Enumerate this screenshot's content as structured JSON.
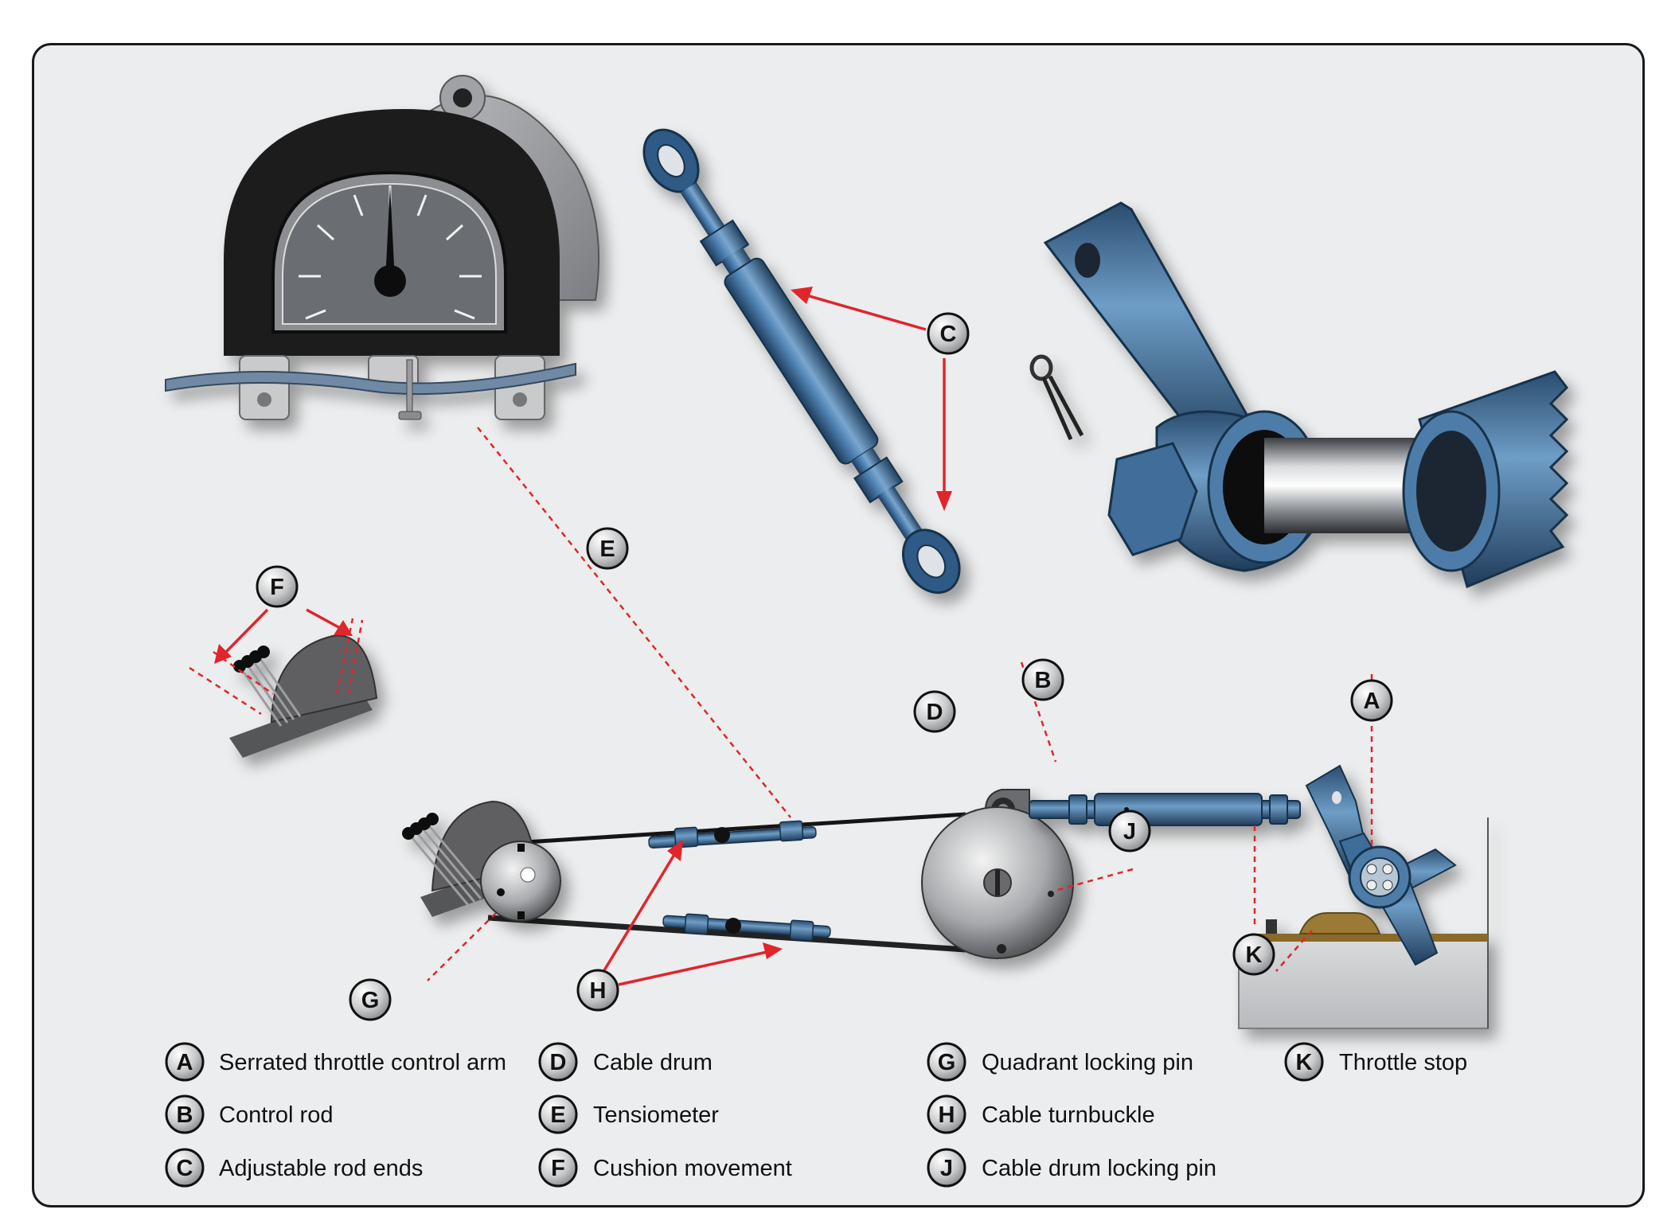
{
  "callouts": {
    "a": "A",
    "b": "B",
    "c": "C",
    "d": "D",
    "e": "E",
    "f": "F",
    "g": "G",
    "h": "H",
    "j": "J",
    "k": "K"
  },
  "legend": [
    {
      "letter": "A",
      "label": "Serrated throttle control arm"
    },
    {
      "letter": "B",
      "label": "Control rod"
    },
    {
      "letter": "C",
      "label": "Adjustable rod ends"
    },
    {
      "letter": "D",
      "label": "Cable drum"
    },
    {
      "letter": "E",
      "label": "Tensiometer"
    },
    {
      "letter": "F",
      "label": "Cushion movement"
    },
    {
      "letter": "G",
      "label": "Quadrant locking pin"
    },
    {
      "letter": "H",
      "label": "Cable turnbuckle"
    },
    {
      "letter": "J",
      "label": "Cable drum locking pin"
    },
    {
      "letter": "K",
      "label": "Throttle stop"
    }
  ],
  "colors": {
    "background": "#ecedee",
    "callout_line": "#e0252b",
    "steel_blue": "#3d6d99",
    "gauge_black": "#1c1c1c",
    "gauge_face": "#6b6e72",
    "quadrant_gray": "#5e5f62"
  }
}
